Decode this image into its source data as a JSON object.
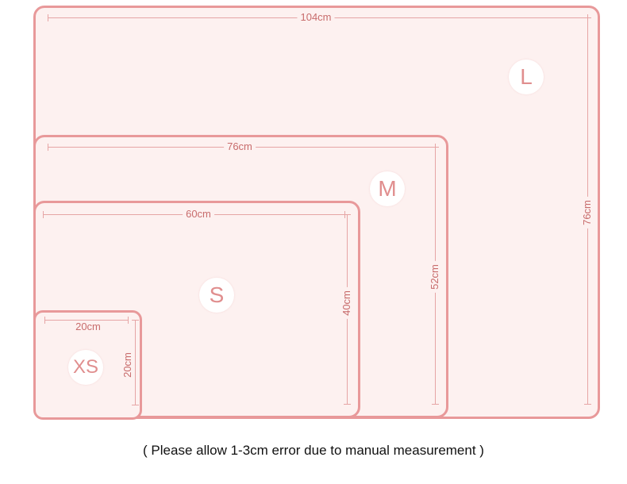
{
  "sizes": {
    "L": {
      "label": "L",
      "width": "104cm",
      "height": "76cm"
    },
    "M": {
      "label": "M",
      "width": "76cm",
      "height": "52cm"
    },
    "S": {
      "label": "S",
      "width": "60cm",
      "height": "40cm"
    },
    "XS": {
      "label": "XS",
      "width": "20cm",
      "height": "20cm"
    }
  },
  "note": "(  Please allow 1-3cm error due to manual measurement )",
  "colors": {
    "outline": "#e8999a",
    "fill": "#fdf1f0",
    "text": "#c86c6c"
  }
}
